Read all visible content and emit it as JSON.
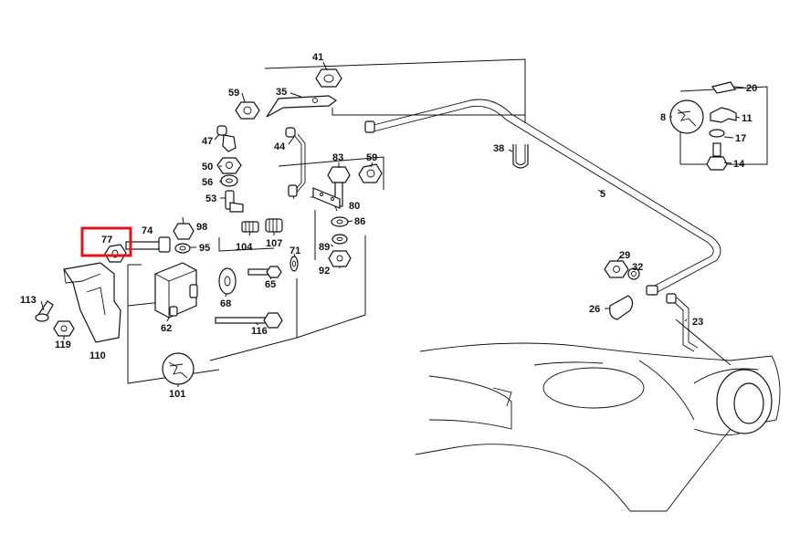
{
  "diagram": {
    "highlighted_callout": "77",
    "callouts": {
      "c41": "41",
      "c35": "35",
      "c59a": "59",
      "c20": "20",
      "c8": "8",
      "c11": "11",
      "c17": "17",
      "c14": "14",
      "c47": "47",
      "c44": "44",
      "c83": "83",
      "c59b": "59",
      "c38": "38",
      "c5": "5",
      "c50": "50",
      "c56": "56",
      "c53": "53",
      "c80": "80",
      "c86": "86",
      "c98": "98",
      "c74": "74",
      "c77": "77",
      "c95": "95",
      "c104": "104",
      "c107": "107",
      "c71": "71",
      "c89": "89",
      "c92": "92",
      "c29": "29",
      "c32": "32",
      "c26": "26",
      "c23": "23",
      "c113": "113",
      "c119": "119",
      "c110": "110",
      "c62": "62",
      "c68": "68",
      "c65": "65",
      "c116": "116",
      "c101": "101"
    },
    "highlight_color": "#e0141b"
  }
}
